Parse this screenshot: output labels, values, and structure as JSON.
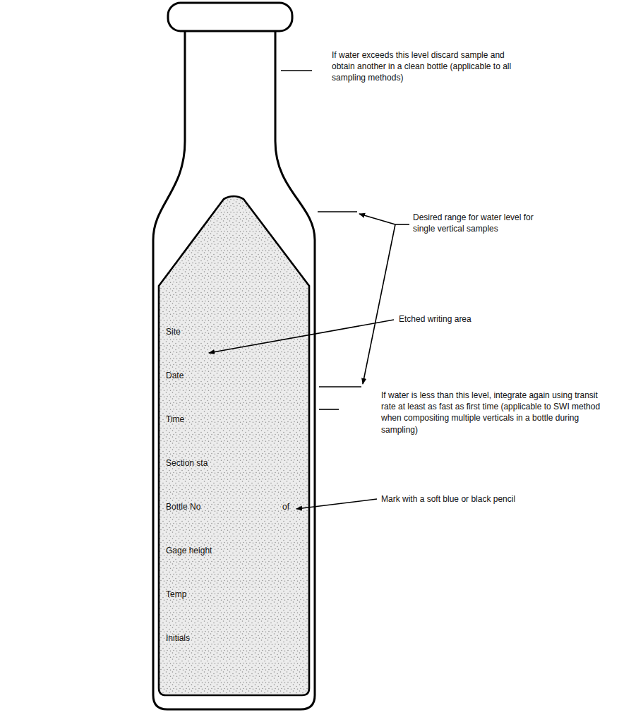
{
  "diagram": {
    "nodes": [
      {
        "text": [
          "Site",
          "Date",
          "Time",
          "Section sta",
          "Bottle No",
          "of",
          "Gage height",
          "Temp",
          "Initials"
        ]
      }
    ],
    "labels": [
      "If water exceeds this level discard sample and obtain another in a clean bottle (applicable to all sampling methods)",
      "Desired range for water level for single vertical samples",
      "Etched writing area",
      "If water is less than this level, integrate again using transit rate at least as fast as first time (applicable to SWI method when compositing multiple verticals in a bottle during sampling)",
      "Mark with a soft blue or black pencil"
    ]
  }
}
